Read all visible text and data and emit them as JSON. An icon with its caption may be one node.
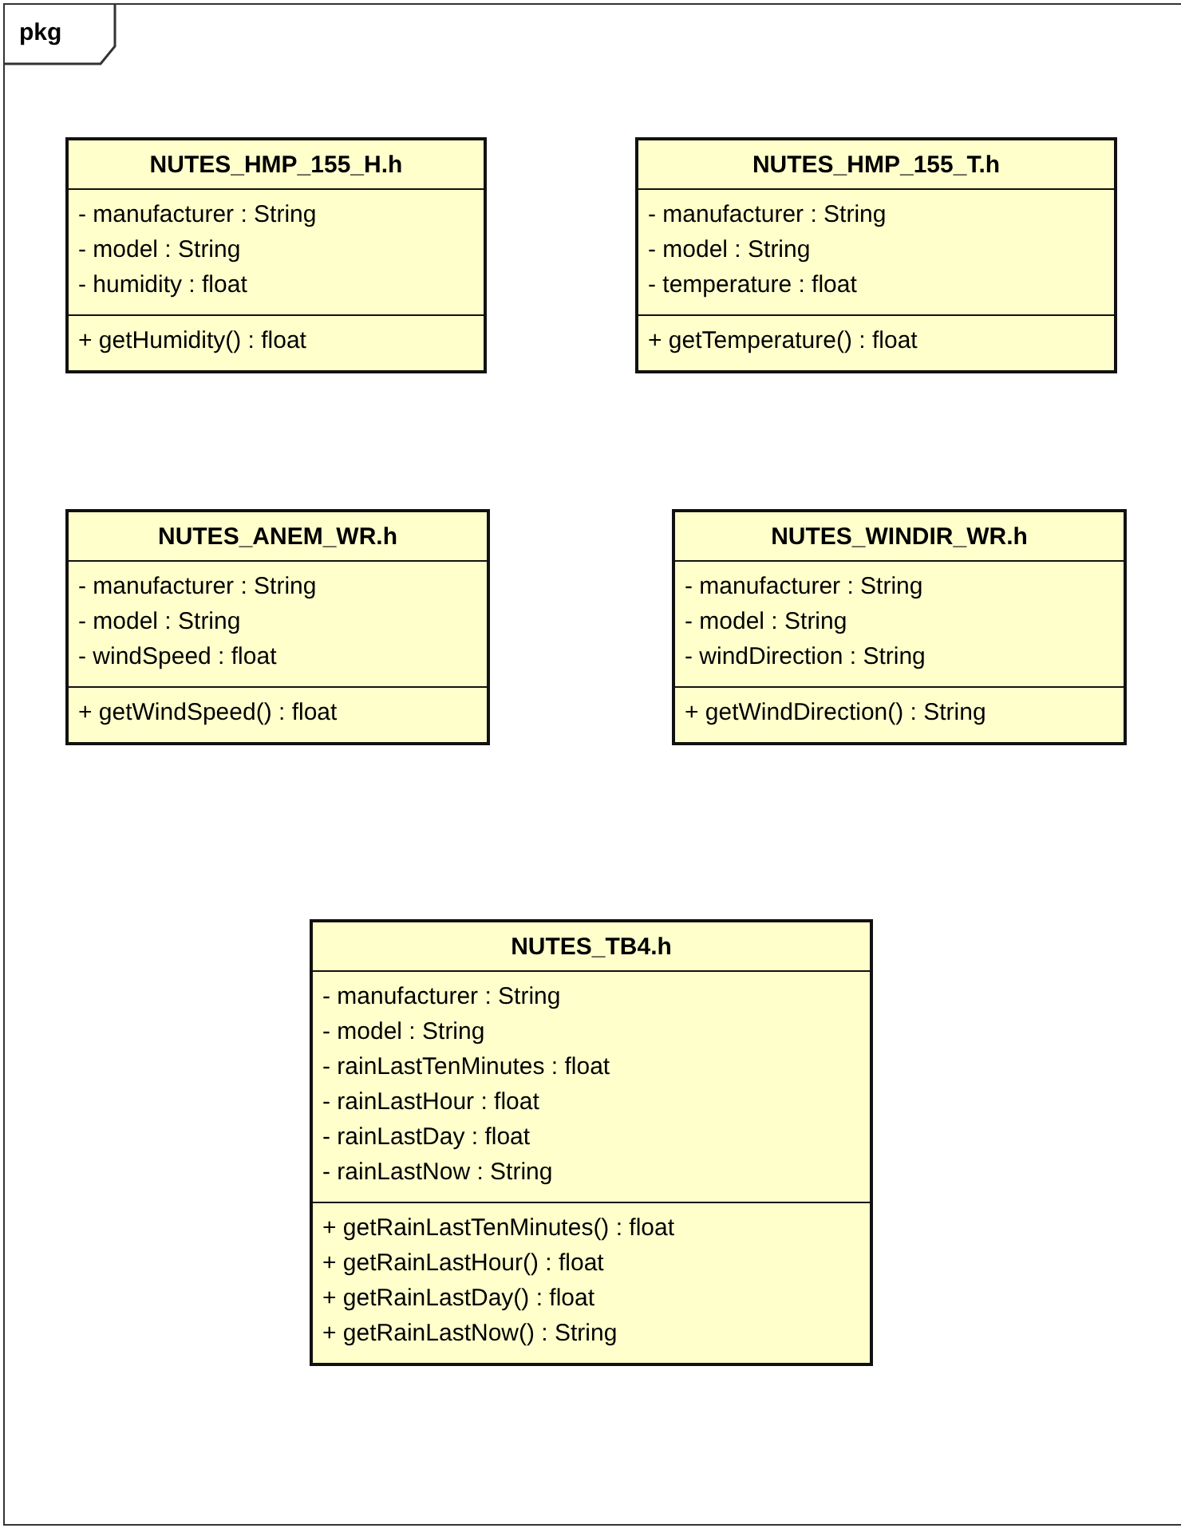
{
  "diagram": {
    "nodes": [
      {
        "text": [
          "pkg"
        ]
      },
      {
        "text": [
          "NUTES_HMP_155_H.h"
        ],
        "in": 0
      },
      {
        "text": [
          "- manufacturer : String",
          "- model : String",
          "- humidity : float"
        ],
        "in": 1
      },
      {
        "text": [
          "+ getHumidity() : float"
        ],
        "in": 1
      },
      {
        "text": [
          "NUTES_HMP_155_T.h"
        ],
        "in": 0
      },
      {
        "text": [
          "- manufacturer : String",
          "- model : String",
          "- temperature : float"
        ],
        "in": 4
      },
      {
        "text": [
          "+ getTemperature() : float"
        ],
        "in": 4
      },
      {
        "text": [
          "NUTES_ANEM_WR.h"
        ],
        "in": 0
      },
      {
        "text": [
          "- manufacturer : String",
          "- model : String",
          "- windSpeed : float"
        ],
        "in": 7
      },
      {
        "text": [
          "+ getWindSpeed() : float"
        ],
        "in": 7
      },
      {
        "text": [
          "NUTES_WINDIR_WR.h"
        ],
        "in": 0
      },
      {
        "text": [
          "- manufacturer : String",
          "- model : String",
          "- windDirection : String"
        ],
        "in": 10
      },
      {
        "text": [
          "+ getWindDirection() : String"
        ],
        "in": 10
      },
      {
        "text": [
          "NUTES_TB4.h"
        ],
        "in": 0
      },
      {
        "text": [
          "- manufacturer : String",
          "- model : String",
          "- rainLastTenMinutes : float",
          "- rainLastHour : float",
          "- rainLastDay : float",
          "- rainLastNow : String"
        ],
        "in": 13
      },
      {
        "text": [
          "+ getRainLastTenMinutes() : float",
          "+ getRainLastHour() : float",
          "+ getRainLastDay() : float",
          "+ getRainLastNow() : String"
        ],
        "in": 13
      }
    ],
    "edges": []
  }
}
